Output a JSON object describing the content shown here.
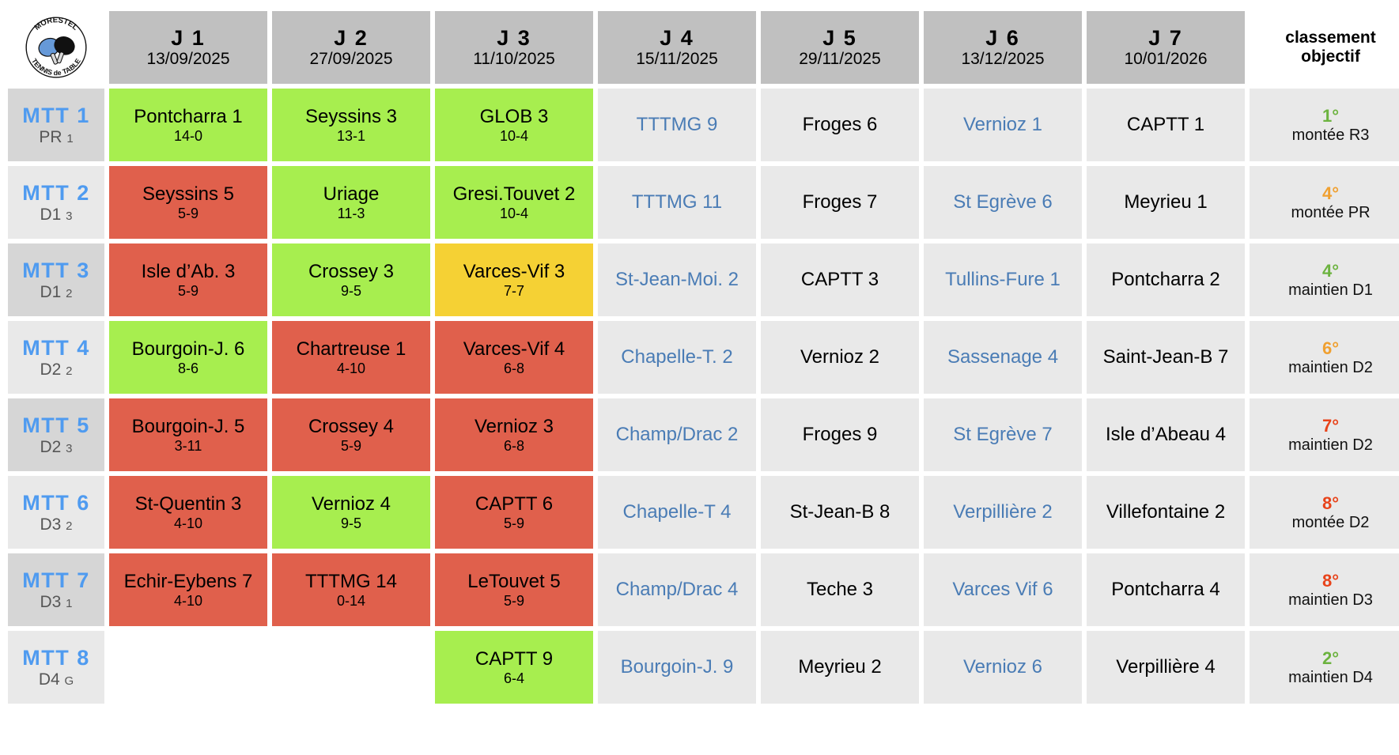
{
  "logo": {
    "top_text": "MORESTEL",
    "bottom_text": "TENNIS de TABLE",
    "paddle_left_color": "#6699d8",
    "paddle_right_color": "#111111"
  },
  "columns": {
    "objective_header_line1": "classement",
    "objective_header_line2": "objectif",
    "days": [
      {
        "label": "J 1",
        "date": "13/09/2025"
      },
      {
        "label": "J 2",
        "date": "27/09/2025"
      },
      {
        "label": "J 3",
        "date": "11/10/2025"
      },
      {
        "label": "J 4",
        "date": "15/11/2025"
      },
      {
        "label": "J 5",
        "date": "29/11/2025"
      },
      {
        "label": "J 6",
        "date": "13/12/2025"
      },
      {
        "label": "J 7",
        "date": "10/01/2026"
      }
    ]
  },
  "colors": {
    "win": "#a7ee4f",
    "loss": "#e0604c",
    "draw": "#f5d134",
    "neutral": "#e9e9e9",
    "header": "#c0c0c0",
    "team_name": "#4f9bf0",
    "away_text": "#4a7cb5",
    "rank_green": "#6cb33f",
    "rank_orange": "#f0a030",
    "rank_red": "#e8431a"
  },
  "rows": [
    {
      "team": "MTT 1",
      "division": "PR",
      "division_sub": "1",
      "matches": [
        {
          "opponent": "Pontcharra 1",
          "score": "14-0",
          "result": "win",
          "home": true
        },
        {
          "opponent": "Seyssins 3",
          "score": "13-1",
          "result": "win",
          "home": true
        },
        {
          "opponent": "GLOB 3",
          "score": "10-4",
          "result": "win",
          "home": true
        },
        {
          "opponent": "TTTMG 9",
          "score": "",
          "result": "plain",
          "home": false
        },
        {
          "opponent": "Froges 6",
          "score": "",
          "result": "plain",
          "home": true
        },
        {
          "opponent": "Vernioz 1",
          "score": "",
          "result": "plain",
          "home": false
        },
        {
          "opponent": "CAPTT 1",
          "score": "",
          "result": "plain",
          "home": true
        }
      ],
      "rank": "1°",
      "rank_color": "#6cb33f",
      "goal": "montée R3"
    },
    {
      "team": "MTT 2",
      "division": "D1",
      "division_sub": "3",
      "matches": [
        {
          "opponent": "Seyssins 5",
          "score": "5-9",
          "result": "loss",
          "home": true
        },
        {
          "opponent": "Uriage",
          "score": "11-3",
          "result": "win",
          "home": true
        },
        {
          "opponent": "Gresi.Touvet 2",
          "score": "10-4",
          "result": "win",
          "home": true
        },
        {
          "opponent": "TTTMG 11",
          "score": "",
          "result": "plain",
          "home": false
        },
        {
          "opponent": "Froges 7",
          "score": "",
          "result": "plain",
          "home": true
        },
        {
          "opponent": "St Egrève 6",
          "score": "",
          "result": "plain",
          "home": false
        },
        {
          "opponent": "Meyrieu 1",
          "score": "",
          "result": "plain",
          "home": true
        }
      ],
      "rank": "4°",
      "rank_color": "#f0a030",
      "goal": "montée PR"
    },
    {
      "team": "MTT 3",
      "division": "D1",
      "division_sub": "2",
      "matches": [
        {
          "opponent": "Isle d’Ab. 3",
          "score": "5-9",
          "result": "loss",
          "home": true
        },
        {
          "opponent": "Crossey 3",
          "score": "9-5",
          "result": "win",
          "home": true
        },
        {
          "opponent": "Varces-Vif 3",
          "score": "7-7",
          "result": "draw",
          "home": true
        },
        {
          "opponent": "St-Jean-Moi. 2",
          "score": "",
          "result": "plain",
          "home": false
        },
        {
          "opponent": "CAPTT 3",
          "score": "",
          "result": "plain",
          "home": true
        },
        {
          "opponent": "Tullins-Fure 1",
          "score": "",
          "result": "plain",
          "home": false
        },
        {
          "opponent": "Pontcharra 2",
          "score": "",
          "result": "plain",
          "home": true
        }
      ],
      "rank": "4°",
      "rank_color": "#6cb33f",
      "goal": "maintien D1"
    },
    {
      "team": "MTT 4",
      "division": "D2",
      "division_sub": "2",
      "matches": [
        {
          "opponent": "Bourgoin-J. 6",
          "score": "8-6",
          "result": "win",
          "home": true
        },
        {
          "opponent": "Chartreuse 1",
          "score": "4-10",
          "result": "loss",
          "home": true
        },
        {
          "opponent": "Varces-Vif 4",
          "score": "6-8",
          "result": "loss",
          "home": true
        },
        {
          "opponent": "Chapelle-T. 2",
          "score": "",
          "result": "plain",
          "home": false
        },
        {
          "opponent": "Vernioz 2",
          "score": "",
          "result": "plain",
          "home": true
        },
        {
          "opponent": "Sassenage 4",
          "score": "",
          "result": "plain",
          "home": false
        },
        {
          "opponent": "Saint-Jean-B 7",
          "score": "",
          "result": "plain",
          "home": true
        }
      ],
      "rank": "6°",
      "rank_color": "#f0a030",
      "goal": "maintien D2"
    },
    {
      "team": "MTT 5",
      "division": "D2",
      "division_sub": "3",
      "matches": [
        {
          "opponent": "Bourgoin-J. 5",
          "score": "3-11",
          "result": "loss",
          "home": true
        },
        {
          "opponent": "Crossey 4",
          "score": "5-9",
          "result": "loss",
          "home": true
        },
        {
          "opponent": "Vernioz 3",
          "score": "6-8",
          "result": "loss",
          "home": true
        },
        {
          "opponent": "Champ/Drac 2",
          "score": "",
          "result": "plain",
          "home": false
        },
        {
          "opponent": "Froges 9",
          "score": "",
          "result": "plain",
          "home": true
        },
        {
          "opponent": "St Egrève 7",
          "score": "",
          "result": "plain",
          "home": false
        },
        {
          "opponent": "Isle d’Abeau 4",
          "score": "",
          "result": "plain",
          "home": true
        }
      ],
      "rank": "7°",
      "rank_color": "#e8431a",
      "goal": "maintien D2"
    },
    {
      "team": "MTT 6",
      "division": "D3",
      "division_sub": "2",
      "matches": [
        {
          "opponent": "St-Quentin 3",
          "score": "4-10",
          "result": "loss",
          "home": true
        },
        {
          "opponent": "Vernioz 4",
          "score": "9-5",
          "result": "win",
          "home": true
        },
        {
          "opponent": "CAPTT 6",
          "score": "5-9",
          "result": "loss",
          "home": true
        },
        {
          "opponent": "Chapelle-T 4",
          "score": "",
          "result": "plain",
          "home": false
        },
        {
          "opponent": "St-Jean-B 8",
          "score": "",
          "result": "plain",
          "home": true
        },
        {
          "opponent": "Verpillière 2",
          "score": "",
          "result": "plain",
          "home": false
        },
        {
          "opponent": "Villefontaine 2",
          "score": "",
          "result": "plain",
          "home": true
        }
      ],
      "rank": "8°",
      "rank_color": "#e8431a",
      "goal": "montée D2"
    },
    {
      "team": "MTT 7",
      "division": "D3",
      "division_sub": "1",
      "matches": [
        {
          "opponent": "Echir-Eybens 7",
          "score": "4-10",
          "result": "loss",
          "home": true
        },
        {
          "opponent": "TTTMG 14",
          "score": "0-14",
          "result": "loss",
          "home": true
        },
        {
          "opponent": "LeTouvet 5",
          "score": "5-9",
          "result": "loss",
          "home": true
        },
        {
          "opponent": "Champ/Drac 4",
          "score": "",
          "result": "plain",
          "home": false
        },
        {
          "opponent": "Teche 3",
          "score": "",
          "result": "plain",
          "home": true
        },
        {
          "opponent": "Varces Vif 6",
          "score": "",
          "result": "plain",
          "home": false
        },
        {
          "opponent": "Pontcharra 4",
          "score": "",
          "result": "plain",
          "home": true
        }
      ],
      "rank": "8°",
      "rank_color": "#e8431a",
      "goal": "maintien D3"
    },
    {
      "team": "MTT 8",
      "division": "D4",
      "division_sub": "G",
      "matches": [
        {
          "opponent": "",
          "score": "",
          "result": "empty",
          "home": true
        },
        {
          "opponent": "",
          "score": "",
          "result": "empty",
          "home": true
        },
        {
          "opponent": "CAPTT 9",
          "score": "6-4",
          "result": "win",
          "home": true
        },
        {
          "opponent": "Bourgoin-J. 9",
          "score": "",
          "result": "plain",
          "home": false
        },
        {
          "opponent": "Meyrieu 2",
          "score": "",
          "result": "plain",
          "home": true
        },
        {
          "opponent": "Vernioz 6",
          "score": "",
          "result": "plain",
          "home": false
        },
        {
          "opponent": "Verpillière 4",
          "score": "",
          "result": "plain",
          "home": true
        }
      ],
      "rank": "2°",
      "rank_color": "#6cb33f",
      "goal": "maintien D4"
    }
  ]
}
